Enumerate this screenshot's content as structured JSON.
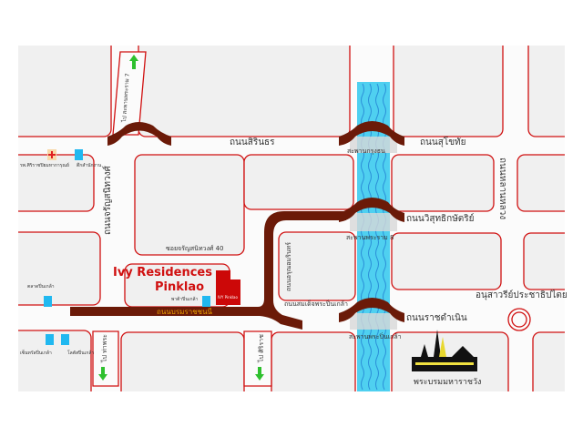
{
  "map": {
    "roads": {
      "sirindhorn": "ถนนสิรินธร",
      "sukhothai": "ถนนสุโขทัย",
      "charan": "ถนนจรัญสนิทวงศ์",
      "soi40": "ซอยจรัญสนิทวงศ์ 40",
      "wisut": "ถนนวิสุทธิกษัตริย์",
      "boromratchachonnani": "ถนนบรมราชชนนี",
      "somdet": "ถนนสมเด็จพระปิ่นเกล้า",
      "arun": "ถนนอรุณอมรินทร์",
      "ratchadamnoen": "ถนนราชดำเนิน",
      "lanluang": "ถนนหลานหลวง",
      "to_north": "ไป สะพานพระราม 7",
      "to_thaphra": "ไป ท่าพระ",
      "to_siriraj": "ไป ศิริราช"
    },
    "bridges": {
      "krungthon": "สะพานกรุงธน",
      "rama8": "สะพานพระราม 8",
      "pinklao": "สะพานพระปิ่นเกล้า"
    },
    "places": {
      "hospital": "รพ.ศิริราชปิยมหาการุณย์",
      "place1": "ตึกสำนักงาน",
      "market": "ตลาดปิ่นเกล้า",
      "pata": "พาต้าปิ่นเกล้า",
      "central": "เซ็นทรัลปิ่นเกล้า",
      "lotus": "โลตัสปิ่นเกล้า",
      "monument": "อนุสาวรีย์ประชาธิปไตย",
      "palace": "พระบรมมหาราชวัง"
    },
    "property": {
      "name_line1": "Ivy Residences",
      "name_line2": "Pinklao",
      "building_label": "IVY Pinklao"
    },
    "colors": {
      "road_outline": "#d01010",
      "overpass": "#6b1a08",
      "river": "#4fd0f0",
      "arrow": "#2ec02e",
      "title": "#d01010"
    }
  }
}
